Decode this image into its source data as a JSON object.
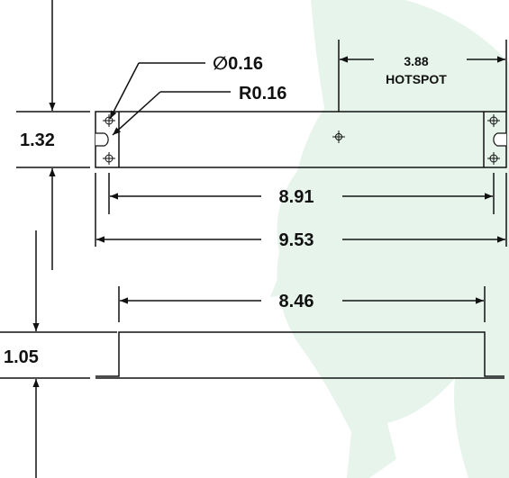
{
  "colors": {
    "line": "#111111",
    "watermark": "#e6f4ec",
    "background": "#ffffff"
  },
  "watermark_icon": "horse-silhouette-watermark",
  "dimensions": {
    "hole_diameter": "∅0.16",
    "slot_radius": "R0.16",
    "hotspot_value": "3.88",
    "hotspot_label": "HOTSPOT",
    "height_top_view": "1.32",
    "inner_hole_spacing": "8.91",
    "overall_length": "9.53",
    "side_view_length": "8.46",
    "side_view_height": "1.05"
  }
}
